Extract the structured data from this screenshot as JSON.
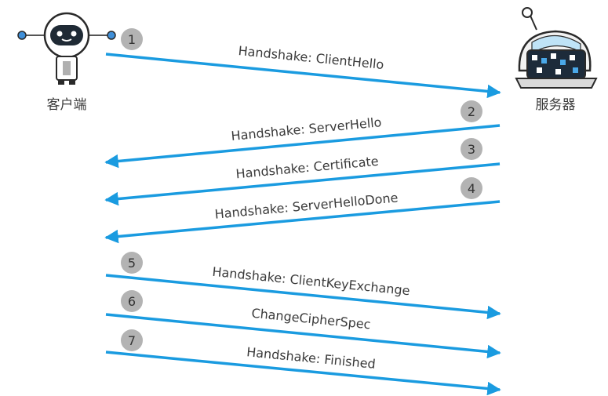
{
  "actors": {
    "client": {
      "label": "客户端",
      "icon": "robot-icon"
    },
    "server": {
      "label": "服务器",
      "icon": "server-icon"
    }
  },
  "colors": {
    "arrow": "#1a9be0",
    "badge": "#b3b3b3",
    "text": "#3a3a3a"
  },
  "messages": [
    {
      "step": "1",
      "label": "Handshake: ClientHello",
      "direction": "client-to-server"
    },
    {
      "step": "2",
      "label": "Handshake: ServerHello",
      "direction": "server-to-client"
    },
    {
      "step": "3",
      "label": "Handshake: Certificate",
      "direction": "server-to-client"
    },
    {
      "step": "4",
      "label": "Handshake: ServerHelloDone",
      "direction": "server-to-client"
    },
    {
      "step": "5",
      "label": "Handshake: ClientKeyExchange",
      "direction": "client-to-server"
    },
    {
      "step": "6",
      "label": "ChangeCipherSpec",
      "direction": "client-to-server"
    },
    {
      "step": "7",
      "label": "Handshake: Finished",
      "direction": "client-to-server"
    }
  ]
}
